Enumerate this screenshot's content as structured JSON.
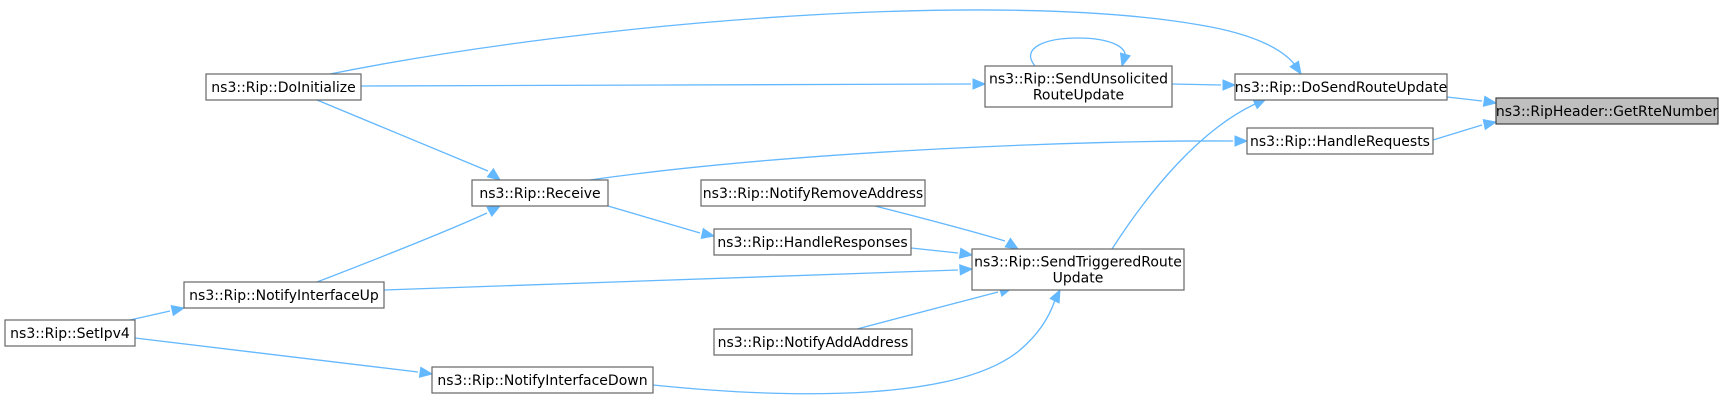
{
  "nodes": [
    {
      "id": "getrte",
      "lines": [
        "ns3::RipHeader::GetRteNumber"
      ],
      "root": true
    },
    {
      "id": "dosend",
      "lines": [
        "ns3::Rip::DoSendRouteUpdate"
      ]
    },
    {
      "id": "handlereq",
      "lines": [
        "ns3::Rip::HandleRequests"
      ]
    },
    {
      "id": "unsolicited",
      "lines": [
        "ns3::Rip::SendUnsolicited",
        "RouteUpdate"
      ]
    },
    {
      "id": "triggered",
      "lines": [
        "ns3::Rip::SendTriggeredRoute",
        "Update"
      ]
    },
    {
      "id": "doinit",
      "lines": [
        "ns3::Rip::DoInitialize"
      ]
    },
    {
      "id": "receive",
      "lines": [
        "ns3::Rip::Receive"
      ]
    },
    {
      "id": "notifyremove",
      "lines": [
        "ns3::Rip::NotifyRemoveAddress"
      ]
    },
    {
      "id": "handleresp",
      "lines": [
        "ns3::Rip::HandleResponses"
      ]
    },
    {
      "id": "notifyadd",
      "lines": [
        "ns3::Rip::NotifyAddAddress"
      ]
    },
    {
      "id": "notifyup",
      "lines": [
        "ns3::Rip::NotifyInterfaceUp"
      ]
    },
    {
      "id": "notifydown",
      "lines": [
        "ns3::Rip::NotifyInterfaceDown"
      ]
    },
    {
      "id": "setipv4",
      "lines": [
        "ns3::Rip::SetIpv4"
      ]
    }
  ],
  "edges": [
    {
      "from": "dosend",
      "to": "getrte"
    },
    {
      "from": "handlereq",
      "to": "getrte"
    },
    {
      "from": "unsolicited",
      "to": "dosend"
    },
    {
      "from": "doinit",
      "to": "dosend"
    },
    {
      "from": "triggered",
      "to": "dosend"
    },
    {
      "from": "receive",
      "to": "handlereq"
    },
    {
      "from": "unsolicited",
      "to": "unsolicited"
    },
    {
      "from": "doinit",
      "to": "unsolicited"
    },
    {
      "from": "notifyremove",
      "to": "triggered"
    },
    {
      "from": "handleresp",
      "to": "triggered"
    },
    {
      "from": "notifyup",
      "to": "triggered"
    },
    {
      "from": "notifyadd",
      "to": "triggered"
    },
    {
      "from": "notifydown",
      "to": "triggered"
    },
    {
      "from": "doinit",
      "to": "receive"
    },
    {
      "from": "notifyup",
      "to": "receive"
    },
    {
      "from": "receive",
      "to": "handleresp"
    },
    {
      "from": "setipv4",
      "to": "notifyup"
    },
    {
      "from": "setipv4",
      "to": "notifydown"
    }
  ],
  "colors": {
    "edge": "#63b8ff",
    "node_border": "#666666",
    "root_fill": "#bfbfbf",
    "root_border": "#404040"
  }
}
